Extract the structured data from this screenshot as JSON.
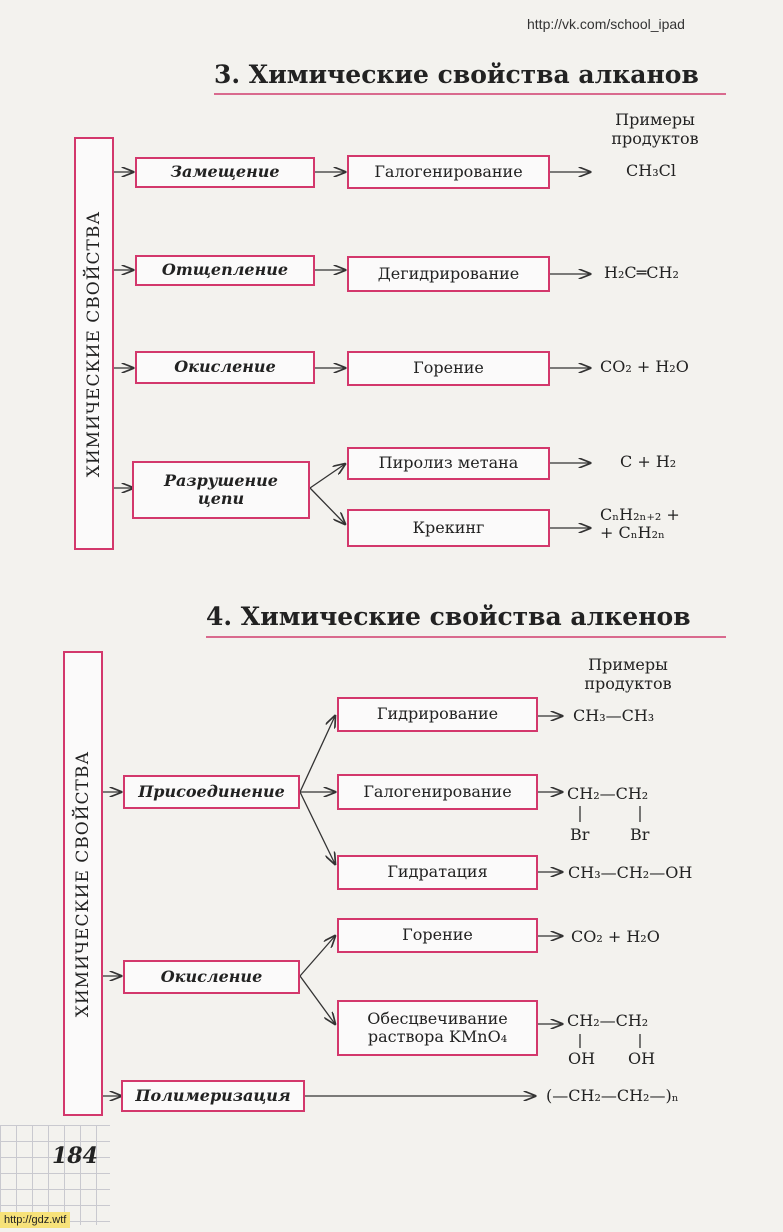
{
  "watermark_top": "http://vk.com/school_ipad",
  "watermark_bottom": "http://gdz.wtf",
  "page_number": "184",
  "sections": [
    {
      "title": "3. Химические свойства алканов",
      "side_label": "ХИМИЧЕСКИЕ СВОЙСТВА",
      "examples_header": "Примеры\nпродуктов",
      "categories": [
        "Замещение",
        "Отщепление",
        "Окисление",
        "Разрушение\nцепи"
      ],
      "reactions": [
        "Галогенирование",
        "Дегидрирование",
        "Горение",
        "Пиролиз метана",
        "Крекинг"
      ],
      "products": [
        "CH₃Cl",
        "H₂C═CH₂",
        "CO₂ + H₂O",
        "C + H₂",
        "CₙH₂ₙ₊₂ +\n+ CₙH₂ₙ"
      ]
    },
    {
      "title": "4. Химические свойства алкенов",
      "side_label": "ХИМИЧЕСКИЕ СВОЙСТВА",
      "examples_header": "Примеры\nпродуктов",
      "categories": [
        "Присоединение",
        "Окисление",
        "Полимеризация"
      ],
      "reactions": [
        "Гидрирование",
        "Галогенирование",
        "Гидратация",
        "Горение",
        "Обесцвечивание\nраствора KMnO₄"
      ],
      "products": [
        "CH₃—CH₃",
        "CH₂—CH₂",
        "Br",
        "Br",
        "CH₃—CH₂—OH",
        "CO₂ + H₂O",
        "CH₂—CH₂",
        "OH",
        "OH",
        "(—CH₂—CH₂—)ₙ"
      ]
    }
  ]
}
